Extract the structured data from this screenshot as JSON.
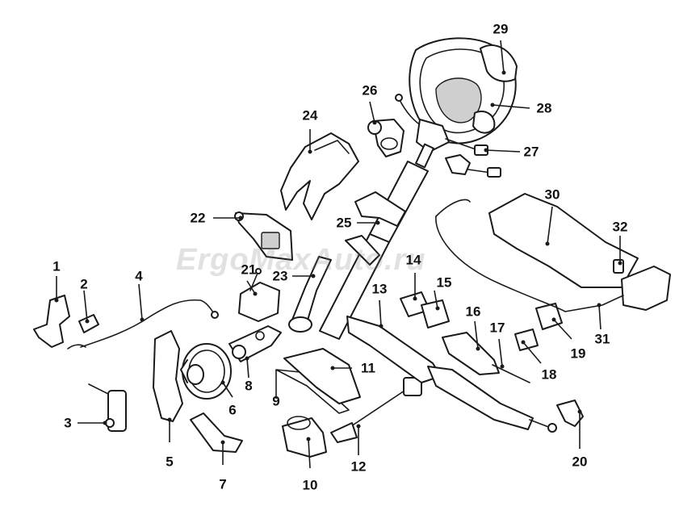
{
  "diagram": {
    "callouts": [
      {
        "id": "1",
        "label": "1"
      },
      {
        "id": "2",
        "label": "2"
      },
      {
        "id": "3",
        "label": "3"
      },
      {
        "id": "4",
        "label": "4"
      },
      {
        "id": "5",
        "label": "5"
      },
      {
        "id": "6",
        "label": "6"
      },
      {
        "id": "7",
        "label": "7"
      },
      {
        "id": "8",
        "label": "8"
      },
      {
        "id": "9",
        "label": "9"
      },
      {
        "id": "10",
        "label": "10"
      },
      {
        "id": "11",
        "label": "11"
      },
      {
        "id": "12",
        "label": "12"
      },
      {
        "id": "13",
        "label": "13"
      },
      {
        "id": "14",
        "label": "14"
      },
      {
        "id": "15",
        "label": "15"
      },
      {
        "id": "16",
        "label": "16"
      },
      {
        "id": "17",
        "label": "17"
      },
      {
        "id": "18",
        "label": "18"
      },
      {
        "id": "19",
        "label": "19"
      },
      {
        "id": "20",
        "label": "20"
      },
      {
        "id": "21",
        "label": "21"
      },
      {
        "id": "22",
        "label": "22"
      },
      {
        "id": "23",
        "label": "23"
      },
      {
        "id": "24",
        "label": "24"
      },
      {
        "id": "25",
        "label": "25"
      },
      {
        "id": "26",
        "label": "26"
      },
      {
        "id": "27",
        "label": "27"
      },
      {
        "id": "28",
        "label": "28"
      },
      {
        "id": "29",
        "label": "29"
      },
      {
        "id": "30",
        "label": "30"
      },
      {
        "id": "31",
        "label": "31"
      },
      {
        "id": "32",
        "label": "32"
      }
    ],
    "watermark": "ErgoMaxAuto.ru"
  }
}
